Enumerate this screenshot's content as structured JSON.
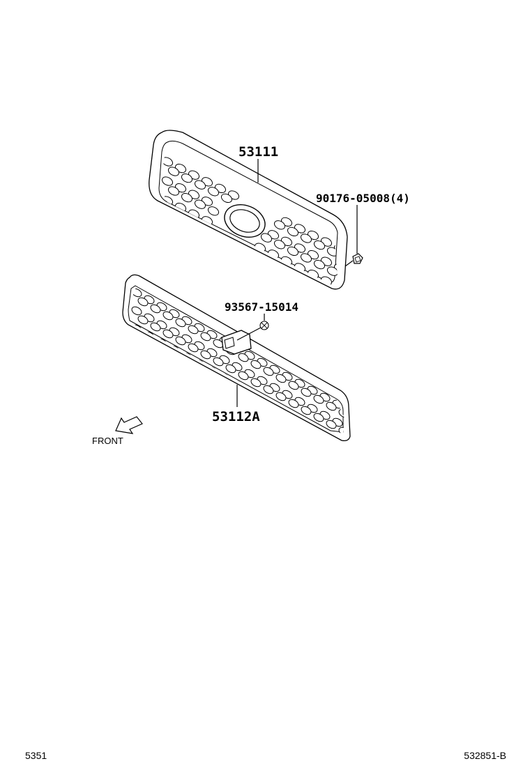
{
  "labels": {
    "upper_grille": "53111",
    "clip": "90176-05008(4)",
    "screw": "93567-15014",
    "lower_grille": "53112A",
    "front": "FRONT"
  },
  "footer": {
    "left": "5351",
    "right": "532851-B"
  },
  "icons": [
    "front-arrow-icon"
  ]
}
